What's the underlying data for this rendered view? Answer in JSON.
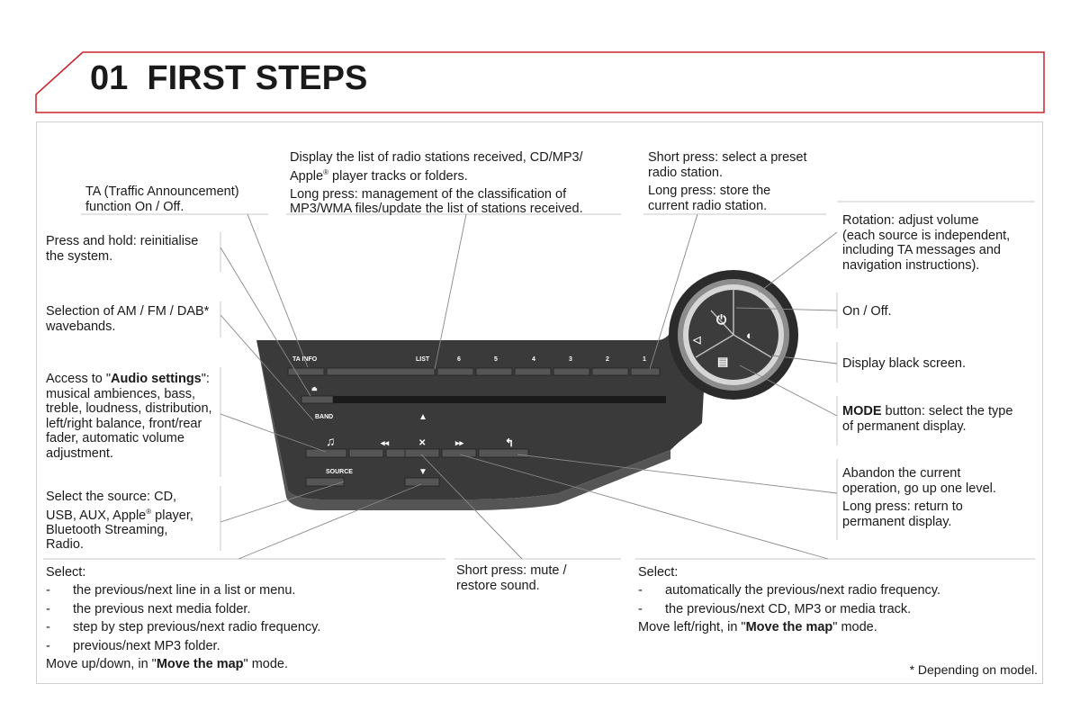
{
  "header": {
    "chapter_number": "01",
    "chapter_title": "FIRST STEPS"
  },
  "callouts": {
    "ta": [
      "TA (Traffic Announcement)",
      "function On / Off."
    ],
    "list_short": [
      "Display the list of radio stations received, CD/MP3/",
      "Apple",
      "®",
      " player tracks or folders."
    ],
    "list_long": [
      "Long press: management of the classification of",
      "MP3/WMA files/update the list of stations received."
    ],
    "preset_short": [
      "Short press: select a preset",
      "radio station."
    ],
    "preset_long": [
      "Long press: store the",
      "current radio station."
    ],
    "volume": [
      "Rotation: adjust volume",
      "(each source is independent,",
      "including TA messages and",
      "navigation instructions)."
    ],
    "reinit": [
      "Press and hold: reinitialise",
      "the system."
    ],
    "band": [
      "Selection of AM / FM / DAB*",
      "wavebands."
    ],
    "audio_intro": "Access to \"",
    "audio_bold": "Audio settings",
    "audio_after": "\":",
    "audio_lines": [
      "musical ambiences, bass,",
      "treble, loudness, distribution,",
      "left/right balance, front/rear",
      "fader, automatic volume",
      "adjustment."
    ],
    "onoff": "On / Off.",
    "black_screen": "Display black screen.",
    "mode_bold": "MODE",
    "mode_rest": " button: select the type",
    "mode_line2": "of permanent display.",
    "abandon": [
      "Abandon the current",
      "operation, go up one level."
    ],
    "abandon_long": [
      "Long press: return to",
      "permanent display."
    ],
    "source_1": "Select the source: CD,",
    "source_2a": "USB, AUX, Apple",
    "source_2sup": "®",
    "source_2b": " player,",
    "source_3": "Bluetooth Streaming,",
    "source_4": "Radio.",
    "mute": [
      "Short press: mute /",
      "restore sound."
    ]
  },
  "select_left": {
    "heading": "Select:",
    "items": [
      "the previous/next line in a list or menu.",
      "the previous next media folder.",
      "step by step previous/next radio frequency.",
      "previous/next MP3 folder."
    ],
    "tail_pre": "Move up/down, in \"",
    "tail_bold": "Move the map",
    "tail_post": "\" mode."
  },
  "select_right": {
    "heading": "Select:",
    "items": [
      "automatically the previous/next radio frequency.",
      "the previous/next CD, MP3 or media track."
    ],
    "tail_pre": "Move left/right, in \"",
    "tail_bold": "Move the map",
    "tail_post": "\" mode."
  },
  "dash": "-",
  "device": {
    "ta_info": "TA INFO",
    "list": "LIST",
    "presets": [
      "6",
      "5",
      "4",
      "3",
      "2",
      "1"
    ],
    "band": "BAND",
    "source": "SOURCE",
    "eject_glyph": "⏏",
    "up_glyph": "▲",
    "down_glyph": "▼",
    "note_glyph": "♫",
    "rew_glyph": "◂◂",
    "mute_glyph": "✕",
    "ff_glyph": "▸▸",
    "back_glyph": "↰",
    "power_glyph": "⏻",
    "screen_glyph": "◐",
    "speaker_glyph": "◁",
    "mode_glyph": "▤"
  },
  "footnote": "* Depending on model.",
  "colors": {
    "accent_red": "#c8262f",
    "panel_dark": "#3a3a3a",
    "rule_gray": "#c8c8c8"
  }
}
